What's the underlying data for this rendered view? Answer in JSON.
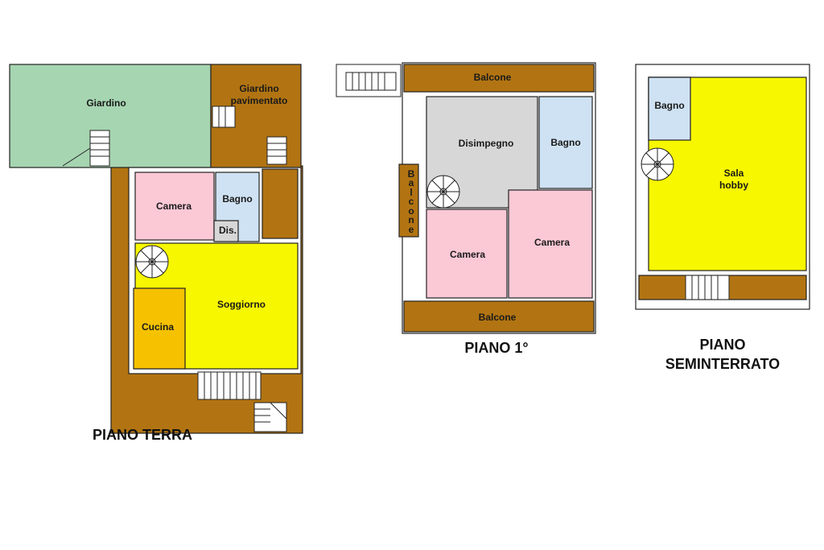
{
  "colors": {
    "garden": "#a6d5b1",
    "terrace": "#b27412",
    "bedroom": "#fbc8d6",
    "bath": "#cfe2f3",
    "living": "#f7f700",
    "kitchen": "#f6c200",
    "hall": "#d7d7d7",
    "wall": "#222222"
  },
  "floors": {
    "terra": {
      "title": "PIANO TERRA",
      "rooms": {
        "giardino": "Giardino",
        "giardino_pav_1": "Giardino",
        "giardino_pav_2": "pavimentato",
        "camera": "Camera",
        "bagno": "Bagno",
        "dis": "Dis.",
        "soggiorno": "Soggiorno",
        "cucina": "Cucina"
      }
    },
    "primo": {
      "title": "PIANO 1°",
      "rooms": {
        "balcone_top": "Balcone",
        "disimpegno": "Disimpegno",
        "bagno": "Bagno",
        "balcone_side": [
          "B",
          "a",
          "l",
          "c",
          "o",
          "n",
          "e"
        ],
        "camera_left": "Camera",
        "camera_right": "Camera",
        "balcone_bottom": "Balcone"
      }
    },
    "seminterrato": {
      "title_1": "PIANO",
      "title_2": "SEMINTERRATO",
      "rooms": {
        "bagno": "Bagno",
        "sala_1": "Sala",
        "sala_2": "hobby"
      }
    }
  }
}
